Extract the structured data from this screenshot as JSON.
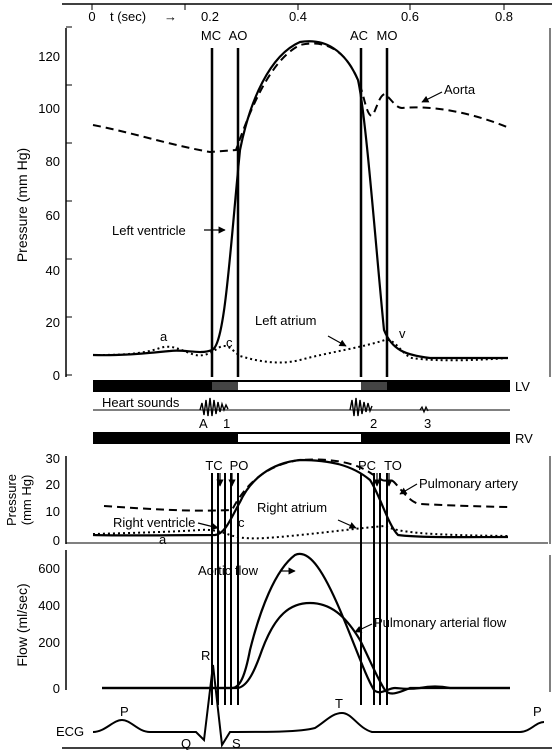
{
  "time_axis": {
    "label": "t (sec)",
    "arrow": "→",
    "ticks": [
      "0",
      "0.2",
      "0.4",
      "0.6",
      "0.8"
    ]
  },
  "lv_panel": {
    "y_label": "Pressure (mm Hg)",
    "y_ticks": [
      "0",
      "20",
      "40",
      "60",
      "80",
      "100",
      "120"
    ],
    "events": [
      "MC",
      "AO",
      "AC",
      "MO"
    ],
    "aorta_label": "Aorta",
    "ventricle_label": "Left ventricle",
    "atrium_label": "Left atrium",
    "wave_a": "a",
    "wave_c": "c",
    "wave_v": "v"
  },
  "heart_sounds": {
    "lv_label": "LV",
    "rv_label": "RV",
    "title": "Heart sounds",
    "marker_a": "A",
    "s1": "1",
    "s2": "2",
    "s3": "3"
  },
  "rv_panel": {
    "y_label_line1": "Pressure",
    "y_label_line2": "(mm Hg)",
    "y_ticks": [
      "0",
      "10",
      "20",
      "30"
    ],
    "events": [
      "TC",
      "PO",
      "PC",
      "TO"
    ],
    "pulmonary_label": "Pulmonary artery",
    "ventricle_label": "Right ventricle",
    "atrium_label": "Right atrium",
    "wave_c": "c",
    "wave_a": "a"
  },
  "flow_panel": {
    "y_label": "Flow (ml/sec)",
    "y_ticks": [
      "0",
      "200",
      "400",
      "600"
    ],
    "aortic_label": "Aortic flow",
    "pulmonary_label": "Pulmonary arterial flow"
  },
  "ecg": {
    "label": "ECG",
    "waves": [
      "P",
      "R",
      "Q",
      "S",
      "T",
      "P"
    ]
  }
}
